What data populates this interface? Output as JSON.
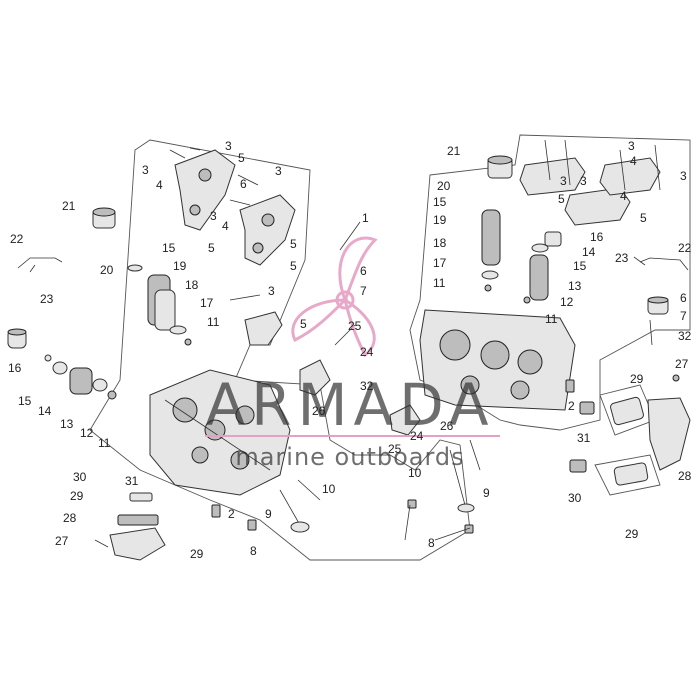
{
  "watermark": {
    "brand": "ARMADA",
    "tagline": "marine outboards",
    "accent_color": "#e6a0c4",
    "text_color": "#333333"
  },
  "callouts": {
    "n1": "1",
    "n2": "2",
    "n3": "3",
    "n4": "4",
    "n5": "5",
    "n6": "6",
    "n7": "7",
    "n8": "8",
    "n9": "9",
    "n10": "10",
    "n11": "11",
    "n12": "12",
    "n13": "13",
    "n14": "14",
    "n15": "15",
    "n16": "16",
    "n17": "17",
    "n18": "18",
    "n19": "19",
    "n20": "20",
    "n21": "21",
    "n22": "22",
    "n23": "23",
    "n24": "24",
    "n25": "25",
    "n26": "26",
    "n27": "27",
    "n28": "28",
    "n29": "29",
    "n30": "30",
    "n31": "31",
    "n32": "32"
  }
}
